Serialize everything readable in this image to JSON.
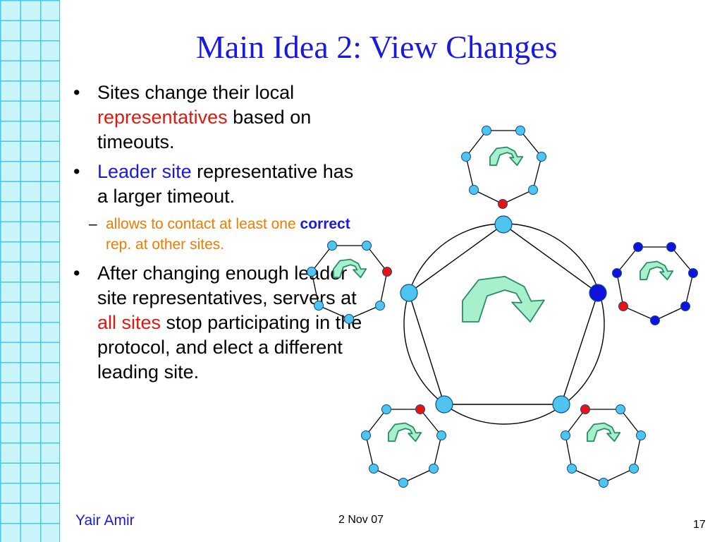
{
  "slide": {
    "title": "Main Idea 2: View Changes"
  },
  "bullets": {
    "b1": {
      "dot": "•",
      "part1": "Sites change their local",
      "highlight": "representatives",
      "part2": "based on timeouts."
    },
    "b2": {
      "dot": "•",
      "highlight": "Leader site",
      "part2": "representative has a larger timeout."
    },
    "sub": {
      "dash": "–",
      "part1": "allows to contact at least one",
      "highlight": "correct",
      "part2": "rep. at other sites."
    },
    "b3": {
      "dot": "•",
      "part1": "After changing enough leader site representatives, servers at",
      "highlight": "all sites",
      "part2": "stop participating in the protocol, and elect a different leading site."
    }
  },
  "footer": {
    "author": "Yair Amir",
    "date": "2 Nov 07",
    "page": "17"
  },
  "colors": {
    "title_blue": "#1a1adf",
    "highlight_red": "#e0190e",
    "sub_orange": "#f07b00",
    "node_light": "#4fc4ef",
    "node_dark": "#1111dd",
    "node_red": "#ee1111",
    "arrow_fill": "#a6f0cc",
    "grid_bg": "#c8f4fa",
    "grid_line": "#45c9e6"
  },
  "diagram": {
    "sites": [
      {
        "name": "top",
        "node_color": "light",
        "representative": "red"
      },
      {
        "name": "left",
        "node_color": "light",
        "representative": "red"
      },
      {
        "name": "right",
        "node_color": "dark",
        "representative": "red"
      },
      {
        "name": "bottom-left",
        "node_color": "light",
        "representative": "red"
      },
      {
        "name": "bottom-right",
        "node_color": "light",
        "representative": "red"
      }
    ],
    "leader_ring_nodes": [
      "light",
      "light",
      "dark",
      "light",
      "light"
    ]
  }
}
